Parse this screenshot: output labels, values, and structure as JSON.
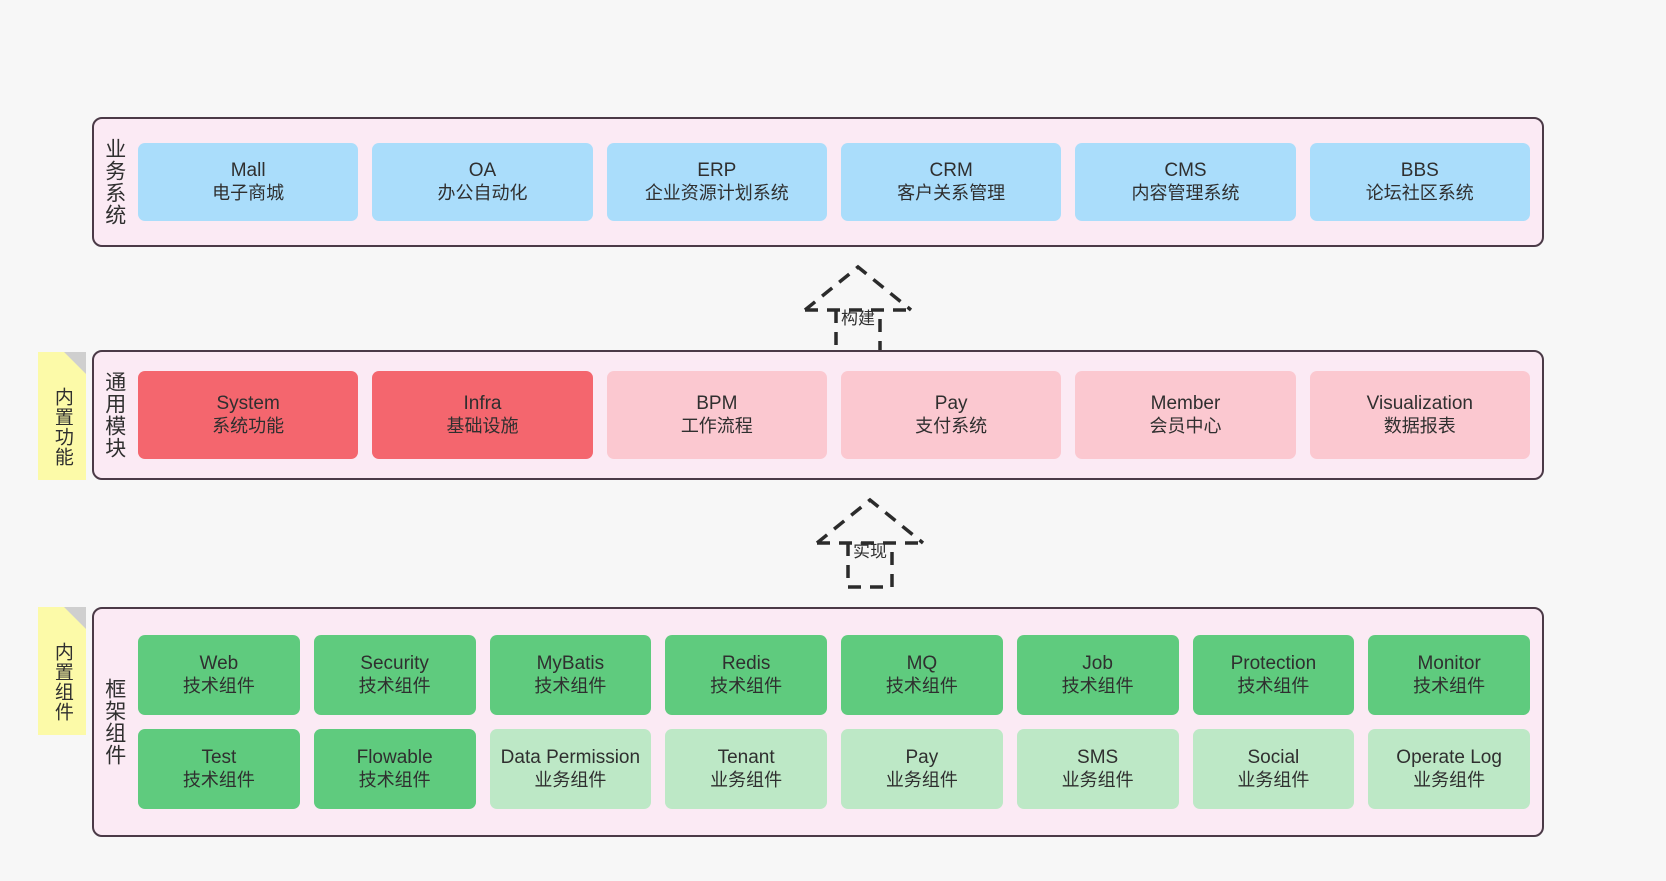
{
  "diagram": {
    "background_color": "#f7f7f7",
    "layer_fill": "#fbeaf4",
    "layer_border": "#4b3a47",
    "sticky_color": "#fcfaa8"
  },
  "layers": [
    {
      "id": "business-system",
      "title": "业务系统",
      "sticky": null,
      "rows": [
        [
          {
            "title": "Mall",
            "sub": "电子商城",
            "color": "#aaddfb",
            "style": "c-blue"
          },
          {
            "title": "OA",
            "sub": "办公自动化",
            "color": "#aaddfb",
            "style": "c-blue"
          },
          {
            "title": "ERP",
            "sub": "企业资源计划系统",
            "color": "#aaddfb",
            "style": "c-blue"
          },
          {
            "title": "CRM",
            "sub": "客户关系管理",
            "color": "#aaddfb",
            "style": "c-blue"
          },
          {
            "title": "CMS",
            "sub": "内容管理系统",
            "color": "#aaddfb",
            "style": "c-blue"
          },
          {
            "title": "BBS",
            "sub": "论坛社区系统",
            "color": "#aaddfb",
            "style": "c-blue"
          }
        ]
      ]
    },
    {
      "id": "common-module",
      "title": "通用模块",
      "sticky": "内置功能",
      "rows": [
        [
          {
            "title": "System",
            "sub": "系统功能",
            "color": "#f4666e",
            "style": "c-red"
          },
          {
            "title": "Infra",
            "sub": "基础设施",
            "color": "#f4666e",
            "style": "c-red"
          },
          {
            "title": "BPM",
            "sub": "工作流程",
            "color": "#fbc8d0",
            "style": "c-pink"
          },
          {
            "title": "Pay",
            "sub": "支付系统",
            "color": "#fbc8d0",
            "style": "c-pink"
          },
          {
            "title": "Member",
            "sub": "会员中心",
            "color": "#fbc8d0",
            "style": "c-pink"
          },
          {
            "title": "Visualization",
            "sub": "数据报表",
            "color": "#fbc8d0",
            "style": "c-pink"
          }
        ]
      ]
    },
    {
      "id": "framework-component",
      "title": "框架组件",
      "sticky": "内置组件",
      "rows": [
        [
          {
            "title": "Web",
            "sub": "技术组件",
            "color": "#5fcb7e",
            "style": "c-green"
          },
          {
            "title": "Security",
            "sub": "技术组件",
            "color": "#5fcb7e",
            "style": "c-green"
          },
          {
            "title": "MyBatis",
            "sub": "技术组件",
            "color": "#5fcb7e",
            "style": "c-green"
          },
          {
            "title": "Redis",
            "sub": "技术组件",
            "color": "#5fcb7e",
            "style": "c-green"
          },
          {
            "title": "MQ",
            "sub": "技术组件",
            "color": "#5fcb7e",
            "style": "c-green"
          },
          {
            "title": "Job",
            "sub": "技术组件",
            "color": "#5fcb7e",
            "style": "c-green"
          },
          {
            "title": "Protection",
            "sub": "技术组件",
            "color": "#5fcb7e",
            "style": "c-green"
          },
          {
            "title": "Monitor",
            "sub": "技术组件",
            "color": "#5fcb7e",
            "style": "c-green"
          }
        ],
        [
          {
            "title": "Test",
            "sub": "技术组件",
            "color": "#5fcb7e",
            "style": "c-green"
          },
          {
            "title": "Flowable",
            "sub": "技术组件",
            "color": "#5fcb7e",
            "style": "c-green"
          },
          {
            "title": "Data Permission",
            "sub": "业务组件",
            "color": "#bde8c6",
            "style": "c-lightgreen"
          },
          {
            "title": "Tenant",
            "sub": "业务组件",
            "color": "#bde8c6",
            "style": "c-lightgreen"
          },
          {
            "title": "Pay",
            "sub": "业务组件",
            "color": "#bde8c6",
            "style": "c-lightgreen"
          },
          {
            "title": "SMS",
            "sub": "业务组件",
            "color": "#bde8c6",
            "style": "c-lightgreen"
          },
          {
            "title": "Social",
            "sub": "业务组件",
            "color": "#bde8c6",
            "style": "c-lightgreen"
          },
          {
            "title": "Operate Log",
            "sub": "业务组件",
            "color": "#bde8c6",
            "style": "c-lightgreen"
          }
        ]
      ]
    }
  ],
  "connectors": [
    {
      "id": "build",
      "label": "构建",
      "from": "common-module",
      "to": "business-system",
      "line_style": "dashed",
      "arrow": "hollow-triangle"
    },
    {
      "id": "implement",
      "label": "实现",
      "from": "framework-component",
      "to": "common-module",
      "line_style": "dashed",
      "arrow": "hollow-triangle"
    }
  ]
}
